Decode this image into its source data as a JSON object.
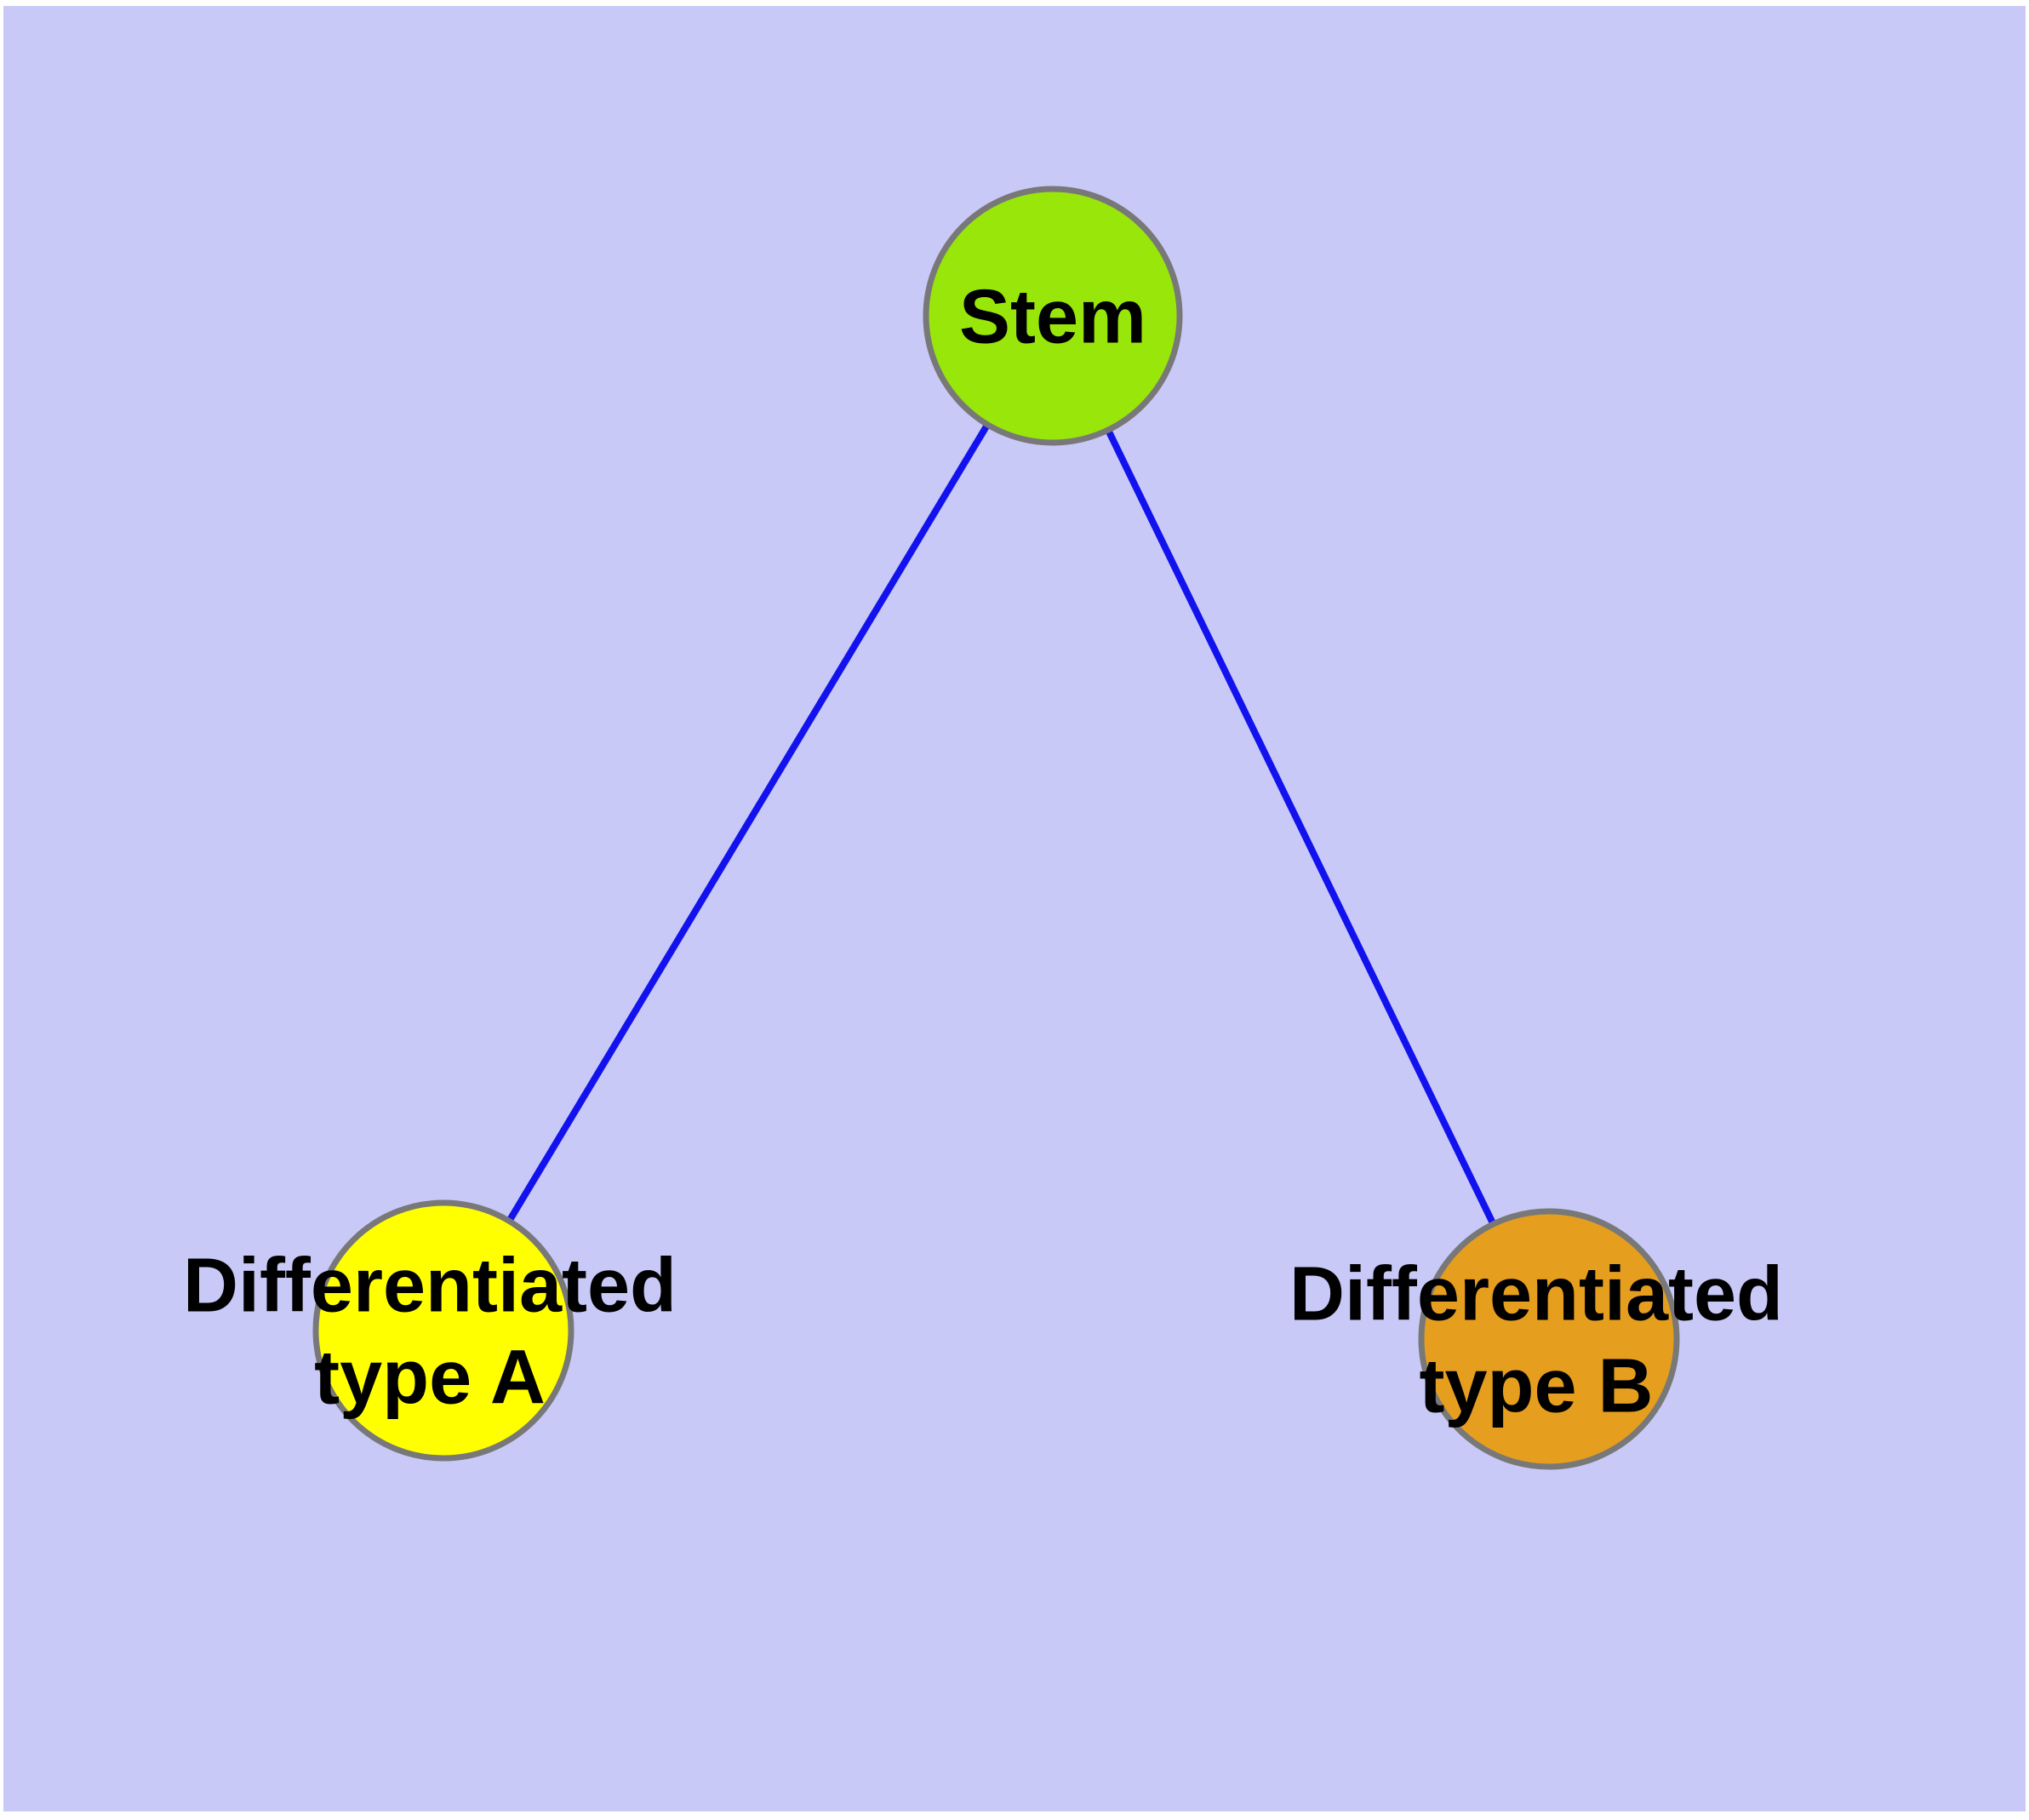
{
  "diagram": {
    "description": "Cell differentiation graph: a stem node connected to two differentiated cell type nodes",
    "page_background": "#ffffff",
    "canvas_background": "#c9c9f8",
    "edge_color": "#1212ee",
    "node_border_color": "#787878",
    "label_color": "#000000",
    "nodes": [
      {
        "id": "stem",
        "label": "Stem",
        "fill": "#99e60a"
      },
      {
        "id": "differentiated-type-a",
        "label_line1": "Differentiated",
        "label_line2": "type A",
        "fill": "#ffff00"
      },
      {
        "id": "differentiated-type-b",
        "label_line1": "Differentiated",
        "label_line2": "type B",
        "fill": "#e69e1e"
      }
    ],
    "edges": [
      {
        "from": "Stem",
        "to": "Differentiated type A"
      },
      {
        "from": "Stem",
        "to": "Differentiated type B"
      }
    ]
  }
}
